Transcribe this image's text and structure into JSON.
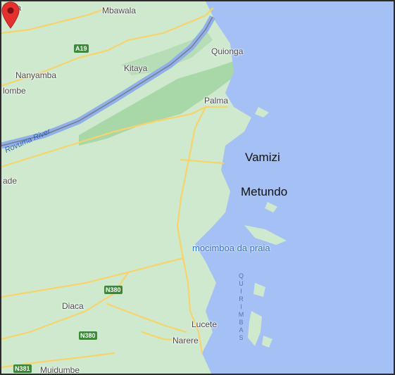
{
  "map": {
    "colors": {
      "land": "#cfe9cf",
      "forest": "#a8d8a8",
      "water": "#a4c0f4",
      "road": "#f6d36b",
      "pin": "#e2312f"
    },
    "towns": {
      "nima": "nima",
      "mbawala": "Mbawala",
      "quionga": "Quionga",
      "nanyamba": "Nanyamba",
      "kitaya": "Kitaya",
      "lombe": "lombe",
      "palma": "Palma",
      "ade": "ade",
      "diaca": "Diaca",
      "lucete": "Lucete",
      "narere": "Narere",
      "muidumbe": "Muidumbe"
    },
    "islands": {
      "vamizi": "Vamizi",
      "metundo": "Metundo"
    },
    "river": "Rovuma River",
    "sea_label": "QUIRIMBAS",
    "marker": {
      "label": "mocimboa da praia",
      "icon": "map-pin-icon"
    },
    "roads": {
      "a19": "A19",
      "n380_a": "N380",
      "n380_b": "N380",
      "n381": "N381"
    }
  }
}
